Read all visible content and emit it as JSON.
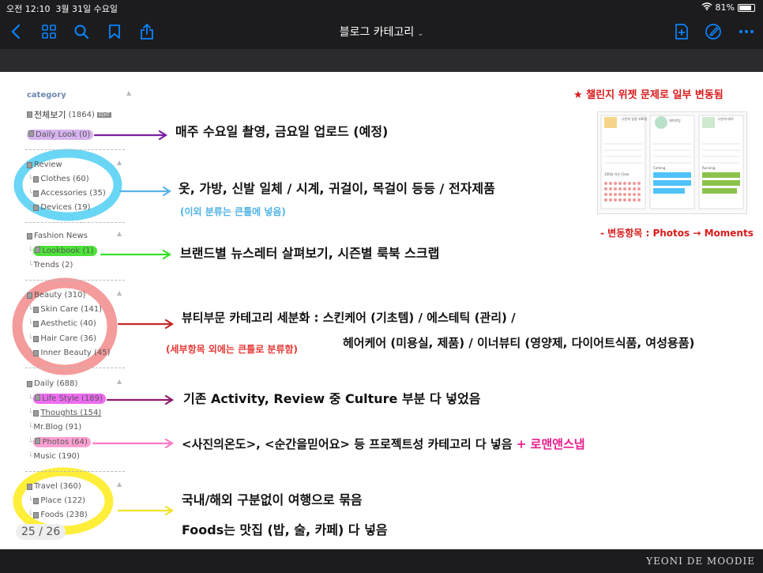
{
  "status": {
    "time": "오전 12:10",
    "date": "3월 31일 수요일",
    "battery": "81%",
    "battery_level": 0.81
  },
  "toolbar": {
    "title": "블로그 카테고리"
  },
  "category": {
    "heading": "category",
    "total_label": "전체보기",
    "total_count": "(1864)",
    "edit_label": "EDIT",
    "items": [
      "Daily Look (0)",
      "Review",
      "Clothes (60)",
      "Accessories (35)",
      "Devices (19)",
      "Fashion News",
      "Lookbook (1)",
      "Trends (2)",
      "Beauty (310)",
      "Skin Care (141)",
      "Aesthetic (40)",
      "Hair Care (36)",
      "Inner Beauty (45)",
      "Daily (688)",
      "Life Style (189)",
      "Thoughts (154)",
      "Mr.Blog (91)",
      "Photos (64)",
      "Music (190)",
      "Travel (360)",
      "Place (122)",
      "Foods (238)"
    ]
  },
  "annotations": {
    "daily_look": "매주 수요일 촬영, 금요일 업로드 (예정)",
    "review": "옷, 가방, 신발 일체 / 시계, 귀걸이, 목걸이 등등 / 전자제품",
    "review_note": "(이외 분류는 큰틀에 넣음)",
    "fashion_news": "브랜드별 뉴스레터 살펴보기, 시즌별 룩북 스크랩",
    "beauty_1": "뷰티부문 카테고리 세분화 : 스킨케어 (기초템) / 에스테틱 (관리) /",
    "beauty_note": "(세부항목 외에는 큰틀로 분류함)",
    "beauty_2": "헤어케어 (미용실, 제품) / 이너뷰티 (영양제, 다이어트식품, 여성용품)",
    "daily_1": "기존 Activity, Review 중 Culture 부분 다 넣었음",
    "daily_2": "<사진의온도>, <순간을믿어요> 등 프로젝트성 카테고리 다 넣음",
    "daily_2_extra": "+ 로맨앤스냅",
    "travel_1": "국내/해외 구분없이 여행으로 묶음",
    "travel_2": "Foods는 맛집 (밥, 술, 카페) 다 넣음",
    "challenge_title": "★ 챌린지 위젯 문제로 일부 변동됨",
    "challenge_note": "- 변동항목 : Photos → Moments"
  },
  "widgets": [
    {
      "title": "나만의 일정 100일",
      "progress_label": "100일 자산 Clear"
    },
    {
      "title": "데이로잉",
      "progress_label": "Coming"
    },
    {
      "title": "나만의 데이",
      "progress_label": "Running"
    }
  ],
  "page_number": "25 / 26",
  "watermark": "YEONI DE MOODIE",
  "colors": {
    "purple": "#7b1fa2",
    "cyan": "#4fc3f7",
    "green": "#39e02a",
    "red": "#e53935",
    "magenta": "#e040fb",
    "pink": "#ff79c6",
    "yellow": "#ffeb3b",
    "accent_blue": "#0a84ff"
  }
}
